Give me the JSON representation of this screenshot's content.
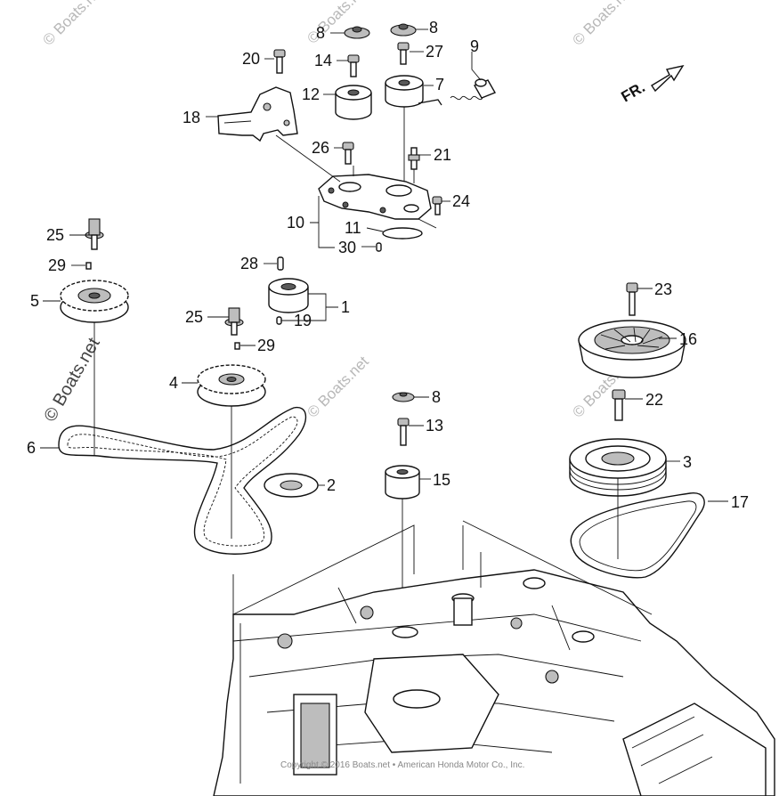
{
  "watermark": "© Boats.net",
  "direction_label": "FR.",
  "copyright": "Copyright © 2016 Boats.net • American Honda Motor Co., Inc.",
  "callouts": {
    "c1": "1",
    "c2": "2",
    "c3": "3",
    "c4": "4",
    "c5": "5",
    "c6": "6",
    "c7": "7",
    "c8a": "8",
    "c8b": "8",
    "c8c": "8",
    "c9": "9",
    "c10": "10",
    "c11": "11",
    "c12": "12",
    "c13": "13",
    "c14": "14",
    "c15": "15",
    "c16": "16",
    "c17": "17",
    "c18": "18",
    "c19": "19",
    "c20": "20",
    "c21": "21",
    "c22": "22",
    "c23": "23",
    "c24": "24",
    "c25a": "25",
    "c25b": "25",
    "c26": "26",
    "c27": "27",
    "c28": "28",
    "c29a": "29",
    "c29b": "29",
    "c30": "30"
  }
}
